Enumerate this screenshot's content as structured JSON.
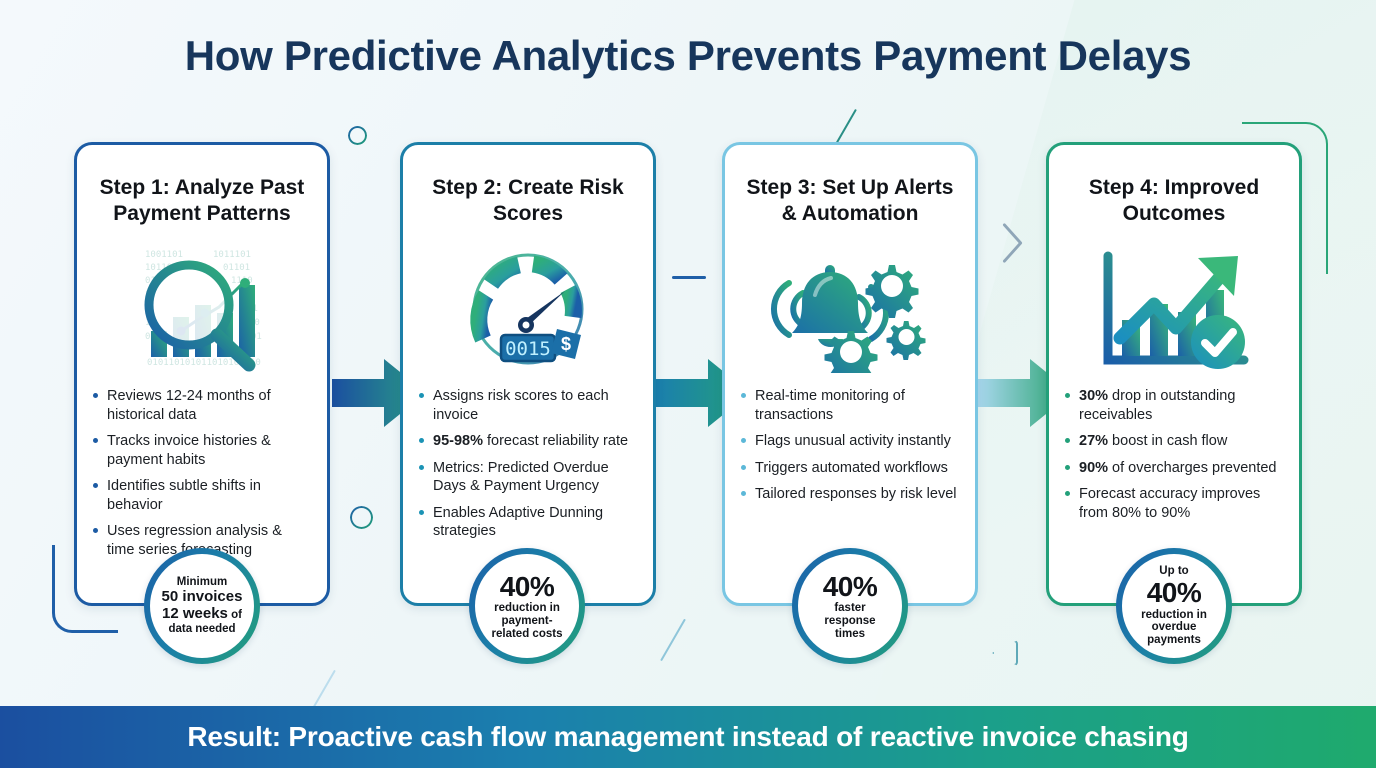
{
  "title": "How Predictive Analytics Prevents Payment Delays",
  "steps": [
    {
      "title": "Step 1: Analyze Past Payment Patterns",
      "icon": "magnifier-bar-chart-icon",
      "bullets": [
        {
          "text": "Reviews 12-24 months of historical data"
        },
        {
          "text": "Tracks invoice histories & payment habits"
        },
        {
          "text": "Identifies subtle shifts in behavior"
        },
        {
          "text": "Uses regression analysis & time series forecasting"
        }
      ],
      "badge": {
        "line1": "Minimum",
        "line2": "50 invoices",
        "line3": "12 weeks",
        "line3_suffix": " of",
        "line4": "data needed"
      }
    },
    {
      "title": "Step 2: Create Risk Scores",
      "icon": "gauge-meter-icon",
      "gauge_readout": "0015",
      "gauge_currency": "$",
      "bullets": [
        {
          "text": "Assigns risk scores to each invoice"
        },
        {
          "bold": "95-98%",
          "text": " forecast reliability rate"
        },
        {
          "text": "Metrics: Predicted Overdue Days & Payment Urgency"
        },
        {
          "text": "Enables Adaptive Dunning strategies"
        }
      ],
      "badge": {
        "line1": "40%",
        "line2": "reduction in",
        "line3": "payment-",
        "line4": "related costs"
      }
    },
    {
      "title": "Step 3: Set Up Alerts & Automation",
      "icon": "bell-gears-icon",
      "bullets": [
        {
          "text": "Real-time monitoring of transactions"
        },
        {
          "text": "Flags unusual activity instantly"
        },
        {
          "text": "Triggers automated workflows"
        },
        {
          "text": "Tailored responses by risk level"
        }
      ],
      "badge": {
        "line1": "40%",
        "line2": "faster",
        "line3": "response",
        "line4": "times"
      }
    },
    {
      "title": "Step 4: Improved Outcomes",
      "icon": "growth-chart-check-icon",
      "bullets": [
        {
          "bold": "30%",
          "text": " drop in outstanding receivables"
        },
        {
          "bold": "27%",
          "text": " boost in cash flow"
        },
        {
          "bold": "90%",
          "text": " of overcharges prevented"
        },
        {
          "text": "Forecast accuracy improves from 80% to 90%"
        }
      ],
      "badge": {
        "line1": "Up to",
        "line2": "40%",
        "line3": "reduction in",
        "line4": "overdue",
        "line5": "payments"
      }
    }
  ],
  "arrows": [
    {
      "name": "arrow-step1-to-step2",
      "from": "#1b4fa0",
      "to": "#2a9e86"
    },
    {
      "name": "arrow-step2-to-step3",
      "from": "#1b7fae",
      "to": "#23a07a"
    },
    {
      "name": "arrow-step3-to-step4",
      "from": "#a9d8ee",
      "to": "#23a06a"
    }
  ],
  "footer": {
    "prefix": "Result:",
    "text": " Proactive cash flow management instead of reactive invoice chasing"
  },
  "colors": {
    "title": "#17365c",
    "card1_border": "#1c5ba4",
    "card2_border": "#1c7fa8",
    "card3_border": "#79c6e3",
    "card4_border": "#23a07a",
    "footer_start": "#1b4fa0",
    "footer_end": "#1faa6d"
  }
}
